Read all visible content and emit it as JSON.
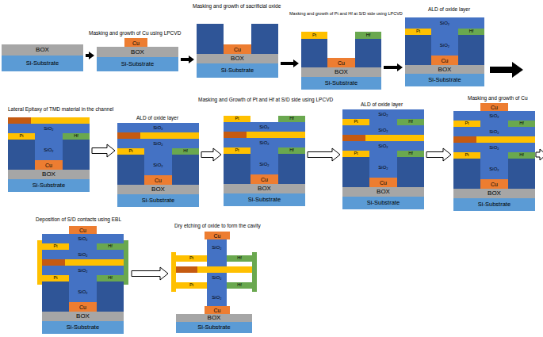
{
  "diagram": {
    "nodes": [
      {
        "text": [
          "BOX",
          "Si-Substrate"
        ]
      },
      {
        "text": [
          "Masking and growth of Cu using LPCVD",
          "Cu",
          "BOX",
          "Si-Substrate"
        ]
      },
      {
        "text": [
          "Masking and growth of sacrificial oxide",
          "Cu",
          "BOX",
          "Si-Substrate"
        ]
      },
      {
        "text": [
          "Masking and growth of Pt and Hf at S/D side using LPCVD",
          "Pt",
          "Hf",
          "Cu",
          "BOX",
          "Si-Substrate"
        ]
      },
      {
        "text": [
          "ALD of oxide layer",
          "SiO₂",
          "Pt",
          "Hf",
          "SiO₂",
          "Cu",
          "BOX",
          "Si-Substrate"
        ]
      },
      {
        "text": [
          "Lateral Epitaxy of TMD material in the channel",
          "SiO₂",
          "Pt",
          "Hf",
          "SiO₂",
          "Cu",
          "BOX",
          "Si-Substrate"
        ]
      },
      {
        "text": [
          "ALD of oxide layer",
          "SiO₂",
          "SiO₂",
          "Pt",
          "Hf",
          "SiO₂",
          "Cu",
          "BOX",
          "Si-Substrate"
        ]
      },
      {
        "text": [
          "Masking and Growth of Pt and Hf at S/D side using LPCVD",
          "Pt",
          "Hf",
          "SiO₂",
          "SiO₂",
          "Pt",
          "Hf",
          "SiO₂",
          "Cu",
          "BOX",
          "Si-Substrate"
        ]
      },
      {
        "text": [
          "ALD of oxide layer",
          "SiO₂",
          "Pt",
          "Hf",
          "SiO₂",
          "SiO₂",
          "Pt",
          "Hf",
          "SiO₂",
          "Cu",
          "BOX",
          "Si-Substrate"
        ]
      },
      {
        "text": [
          "Masking and growth of Cu",
          "Cu",
          "SiO₂",
          "Pt",
          "Hf",
          "SiO₂",
          "SiO₂",
          "Pt",
          "Hf",
          "SiO₂",
          "Cu",
          "BOX",
          "Si-Substrate"
        ]
      },
      {
        "text": [
          "Deposition of S/D contacts using EBL",
          "Cu",
          "SiO₂",
          "Pt",
          "Hf",
          "SiO₂",
          "SiO₂",
          "Pt",
          "Hf",
          "SiO₂",
          "Cu",
          "BOX",
          "Si-Substrate"
        ]
      },
      {
        "text": [
          "Dry etching of oxide to form the cavity",
          "Cu",
          "SiO₂",
          "Pt",
          "Hf",
          "SiO₂",
          "Pt",
          "Hf",
          "SiO₂",
          "Cu",
          "BOX",
          "Si-Substrate"
        ]
      }
    ],
    "edges": [
      {
        "from": 0,
        "to": 1,
        "arrow": "to"
      },
      {
        "from": 1,
        "to": 2,
        "arrow": "to"
      },
      {
        "from": 2,
        "to": 3,
        "arrow": "to"
      },
      {
        "from": 3,
        "to": 4,
        "arrow": "to"
      },
      {
        "from": 5,
        "to": 6,
        "arrow": "to"
      },
      {
        "from": 6,
        "to": 7,
        "arrow": "to"
      },
      {
        "from": 7,
        "to": 8,
        "arrow": "to"
      },
      {
        "from": 8,
        "to": 9,
        "arrow": "to"
      },
      {
        "from": 10,
        "to": 11,
        "arrow": "to"
      }
    ]
  }
}
